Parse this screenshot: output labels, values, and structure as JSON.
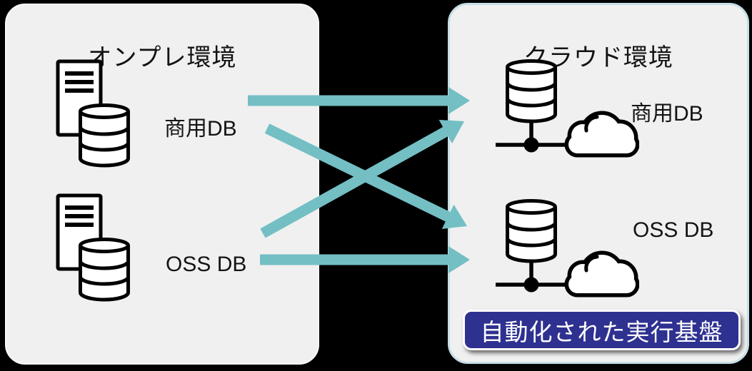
{
  "diagram": {
    "onprem": {
      "title": "オンプレ環境",
      "databases": [
        {
          "label": "商用DB"
        },
        {
          "label": "OSS DB"
        }
      ]
    },
    "cloud": {
      "title": "クラウド環境",
      "databases": [
        {
          "label": "商用DB"
        },
        {
          "label": "OSS DB"
        }
      ],
      "badge": "自動化された実行基盤"
    },
    "connections": [
      {
        "from": "オンプレ 商用DB",
        "to": "クラウド 商用DB"
      },
      {
        "from": "オンプレ 商用DB",
        "to": "クラウド OSS DB"
      },
      {
        "from": "オンプレ OSS DB",
        "to": "クラウド 商用DB"
      },
      {
        "from": "オンプレ OSS DB",
        "to": "クラウド OSS DB"
      }
    ],
    "colors": {
      "arrow": "#73bfc4",
      "panel_background": "#f0f0f0",
      "cloud_panel_border": "#c5dfe6",
      "badge_background": "#2e3190",
      "badge_text": "#ffffff",
      "page_background": "#000000"
    },
    "icons": [
      "server-icon",
      "database-cylinder-icon",
      "cloud-icon",
      "network-node-icon",
      "arrow-icon"
    ]
  }
}
